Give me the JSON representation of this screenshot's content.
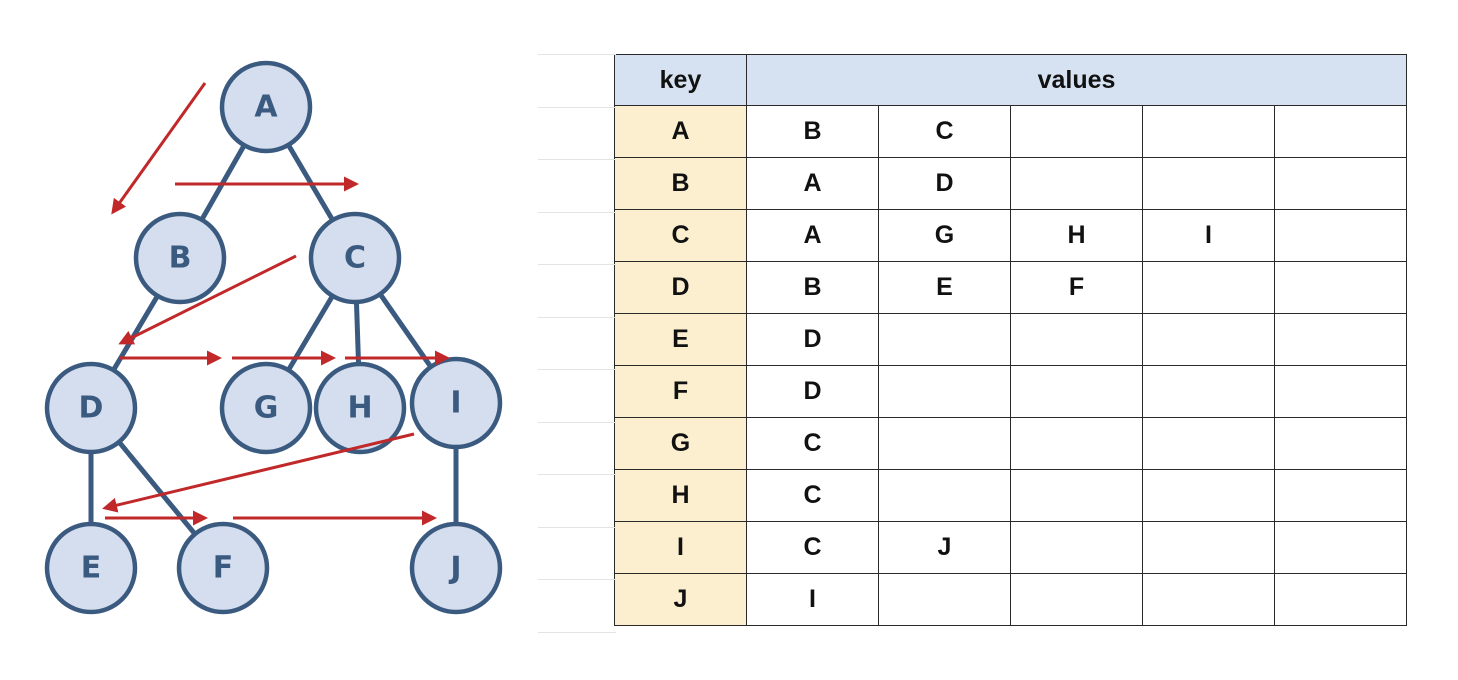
{
  "graph": {
    "nodes": [
      {
        "id": "A",
        "label": "A"
      },
      {
        "id": "B",
        "label": "B"
      },
      {
        "id": "C",
        "label": "C"
      },
      {
        "id": "D",
        "label": "D"
      },
      {
        "id": "G",
        "label": "G"
      },
      {
        "id": "H",
        "label": "H"
      },
      {
        "id": "I",
        "label": "I"
      },
      {
        "id": "E",
        "label": "E"
      },
      {
        "id": "F",
        "label": "F"
      },
      {
        "id": "J",
        "label": "J"
      }
    ],
    "edges": [
      [
        "A",
        "B"
      ],
      [
        "A",
        "C"
      ],
      [
        "B",
        "D"
      ],
      [
        "C",
        "G"
      ],
      [
        "C",
        "H"
      ],
      [
        "C",
        "I"
      ],
      [
        "D",
        "E"
      ],
      [
        "D",
        "F"
      ],
      [
        "I",
        "J"
      ]
    ],
    "colors": {
      "node_fill": "#d4deee",
      "node_stroke": "#3b5a80",
      "edge": "#3b5a80",
      "arrow": "#c0282a",
      "label": "#3b5a80"
    }
  },
  "table": {
    "key_header": "key",
    "values_header": "values",
    "rows": [
      {
        "key": "A",
        "values": [
          "B",
          "C",
          "",
          "",
          ""
        ]
      },
      {
        "key": "B",
        "values": [
          "A",
          "D",
          "",
          "",
          ""
        ]
      },
      {
        "key": "C",
        "values": [
          "A",
          "G",
          "H",
          "I",
          ""
        ]
      },
      {
        "key": "D",
        "values": [
          "B",
          "E",
          "F",
          "",
          ""
        ]
      },
      {
        "key": "E",
        "values": [
          "D",
          "",
          "",
          "",
          ""
        ]
      },
      {
        "key": "F",
        "values": [
          "D",
          "",
          "",
          "",
          ""
        ]
      },
      {
        "key": "G",
        "values": [
          "C",
          "",
          "",
          "",
          ""
        ]
      },
      {
        "key": "H",
        "values": [
          "C",
          "",
          "",
          "",
          ""
        ]
      },
      {
        "key": "I",
        "values": [
          "C",
          "J",
          "",
          "",
          ""
        ]
      },
      {
        "key": "J",
        "values": [
          "I",
          "",
          "",
          "",
          ""
        ]
      }
    ],
    "colors": {
      "header_bg": "#d6e2f1",
      "key_bg": "#fcefcf",
      "border": "#2a2a2a"
    }
  }
}
